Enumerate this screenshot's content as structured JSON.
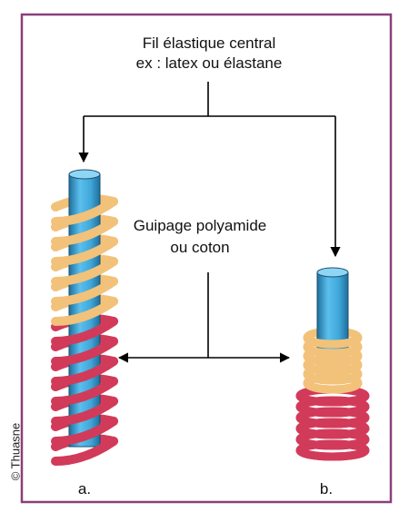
{
  "title": {
    "line1": "Fil élastique central",
    "line2": "ex : latex ou élastane"
  },
  "middle_label": {
    "line1": "Guipage polyamide",
    "line2": "ou coton"
  },
  "labels": {
    "a": "a.",
    "b": "b."
  },
  "copyright": "© Thuasne",
  "colors": {
    "frame": "#8a3f7a",
    "core": "#3fa7d9",
    "core_shadow": "#1f6f9c",
    "yarn_beige": "#f2c27a",
    "yarn_red": "#d23a5a",
    "line": "#000000"
  }
}
